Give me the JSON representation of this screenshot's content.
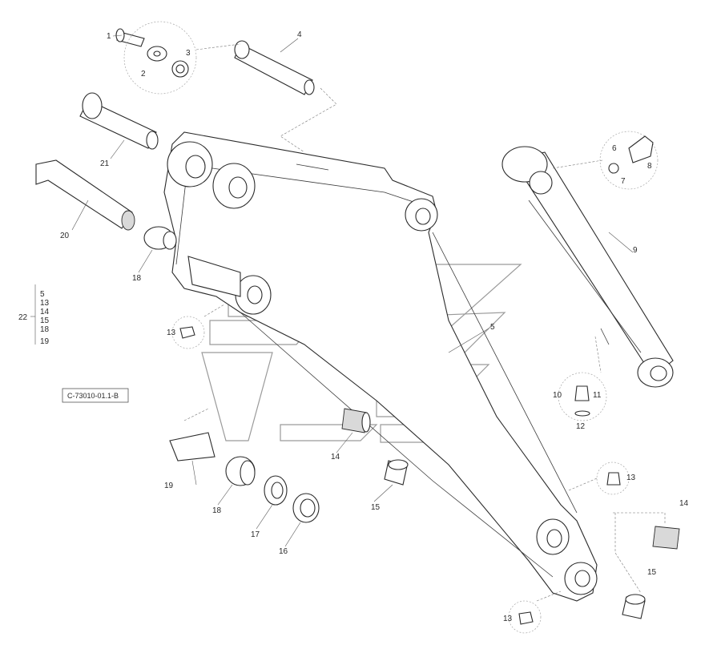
{
  "drawing_ref": "C-73010-01.1-B",
  "callouts": {
    "c1": "1",
    "c2": "2",
    "c3": "3",
    "c4": "4",
    "c5a": "5",
    "c6": "6",
    "c7": "7",
    "c8": "8",
    "c9": "9",
    "c10": "10",
    "c11": "11",
    "c12": "12",
    "c13a": "13",
    "c13b": "13",
    "c13c": "13",
    "c14a": "14",
    "c14b": "14",
    "c15a": "15",
    "c15b": "15",
    "c16": "16",
    "c17": "17",
    "c18a": "18",
    "c18b": "18",
    "c19": "19",
    "c20": "20",
    "c21": "21",
    "c22": "22"
  },
  "kit_list": [
    "5",
    "13",
    "14",
    "15",
    "18",
    "19"
  ]
}
